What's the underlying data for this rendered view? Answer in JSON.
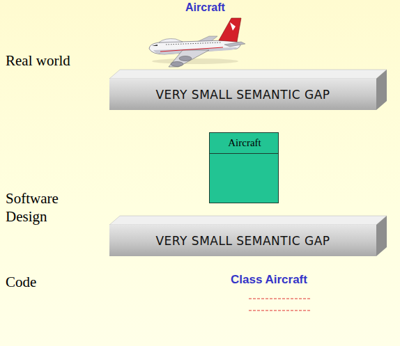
{
  "diagram": {
    "nodes": [
      {
        "text": [
          "VERY SMALL SEMANTIC GAP"
        ]
      },
      {
        "text": [
          "Aircraft"
        ]
      },
      {
        "text": [
          "VERY SMALL SEMANTIC GAP"
        ]
      }
    ],
    "labels": [
      "Aircraft",
      "Real world",
      "Software Design",
      "Code",
      "Class Aircraft"
    ]
  }
}
